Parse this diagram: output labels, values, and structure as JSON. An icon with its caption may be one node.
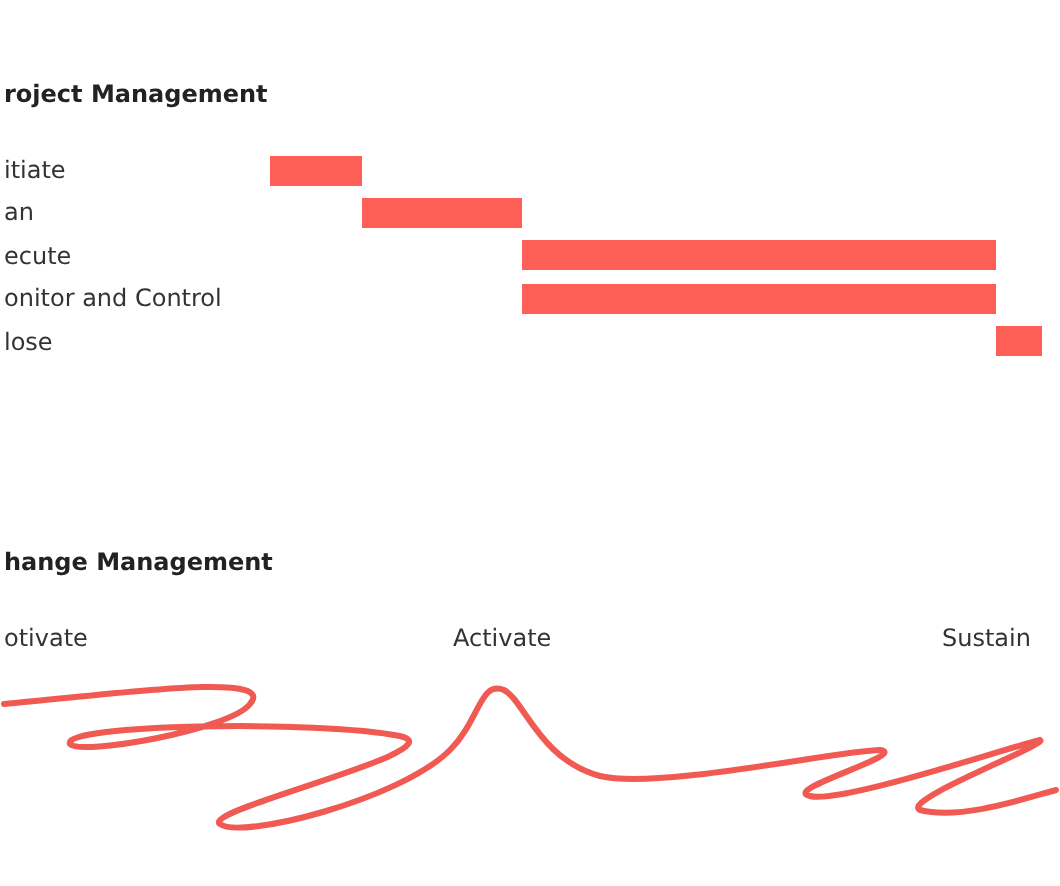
{
  "diagram": {
    "labels": [
      "roject Management",
      "itiate",
      "an",
      "ecute",
      "onitor and Control",
      "lose",
      "hange Management",
      "otivate",
      "Activate",
      "Sustain"
    ]
  }
}
